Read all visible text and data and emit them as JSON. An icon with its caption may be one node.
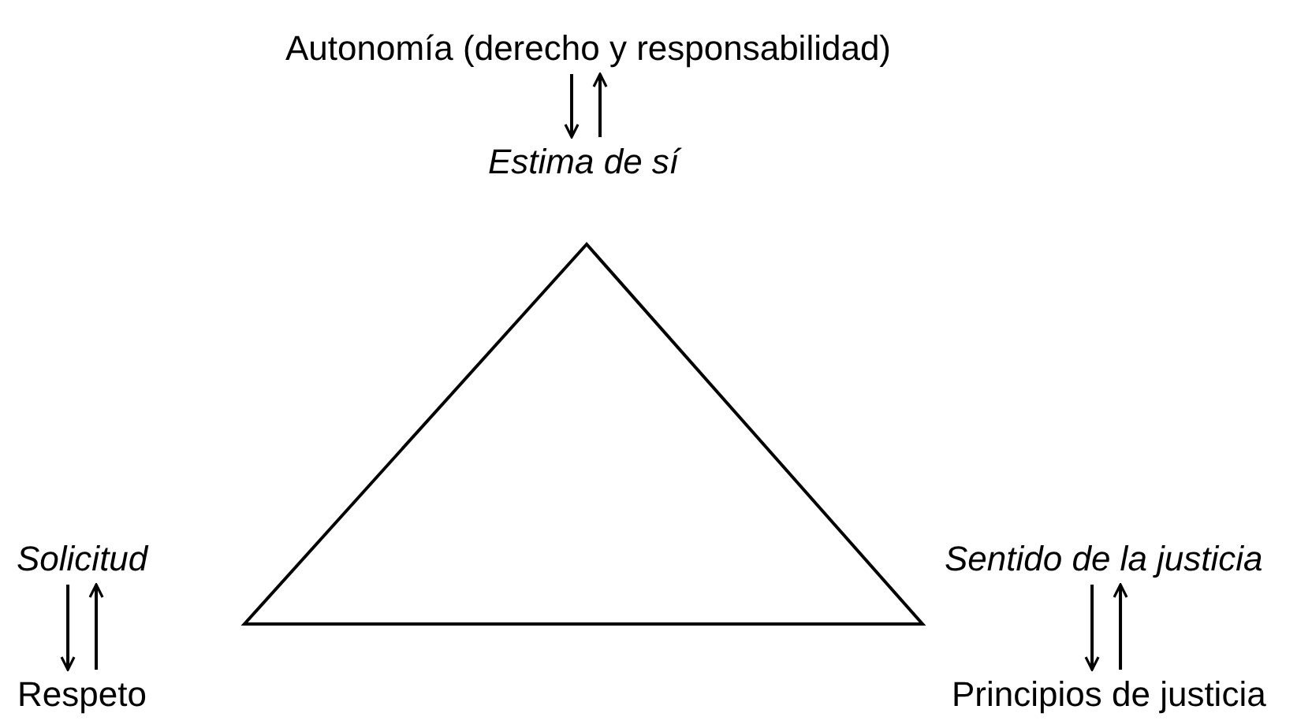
{
  "diagram": {
    "nodes": [
      {
        "text": [
          "Autonomía (derecho y responsabilidad)"
        ]
      },
      {
        "text": [
          "Estima de sí"
        ]
      },
      {
        "text": [
          "Solicitud"
        ]
      },
      {
        "text": [
          "Respeto"
        ]
      },
      {
        "text": [
          "Sentido de la justicia"
        ]
      },
      {
        "text": [
          "Principios de justicia"
        ]
      }
    ],
    "edges": [
      {
        "from": 0,
        "to": 1,
        "arrow": "to"
      },
      {
        "from": 1,
        "to": 0,
        "arrow": "to"
      },
      {
        "from": 2,
        "to": 3,
        "arrow": "to"
      },
      {
        "from": 3,
        "to": 2,
        "arrow": "to"
      },
      {
        "from": 4,
        "to": 5,
        "arrow": "to"
      },
      {
        "from": 5,
        "to": 4,
        "arrow": "to"
      }
    ]
  }
}
